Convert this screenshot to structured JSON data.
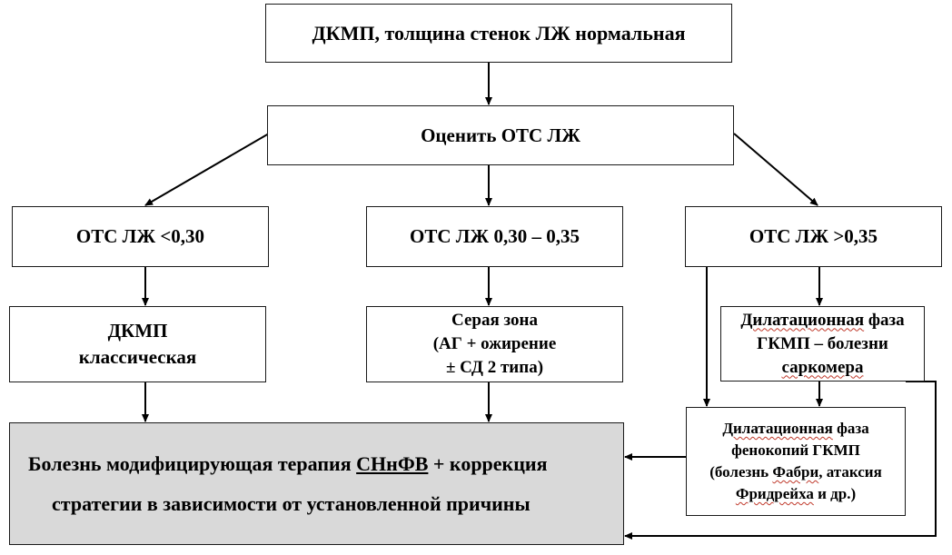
{
  "nodes": {
    "top": "ДКМП, толщина стенок ЛЖ нормальная",
    "assess": "Оценить ОТС ЛЖ",
    "rwt_low": "ОТС ЛЖ <0,30",
    "rwt_mid": "ОТС ЛЖ 0,30 – 0,35",
    "rwt_high": "ОТС ЛЖ >0,35",
    "dcm": [
      "ДКМП",
      "классическая"
    ],
    "grey_zone": [
      "Серая зона",
      "(АГ + ожирение",
      "± СД 2 типа)"
    ],
    "hcm_phase": {
      "w1": "Дилатационная",
      "w2": "фаза",
      "line2": "ГКМП – болезни",
      "w3": "саркомера"
    },
    "phenocopy": {
      "w1": "Дилатационная",
      "w2": "фаза",
      "line2": "фенокопий ГКМП",
      "line3a": "(болезнь ",
      "w4": "Фабри",
      "line3b": ", атаксия",
      "w5": "Фридрейха",
      "line4b": " и др.)"
    },
    "therapy": {
      "line1a": "Болезнь модифицирующая терапия ",
      "w1": "СНнФВ",
      "line1b": " + коррекция",
      "line2": "стратегии в зависимости от установленной причины"
    }
  }
}
